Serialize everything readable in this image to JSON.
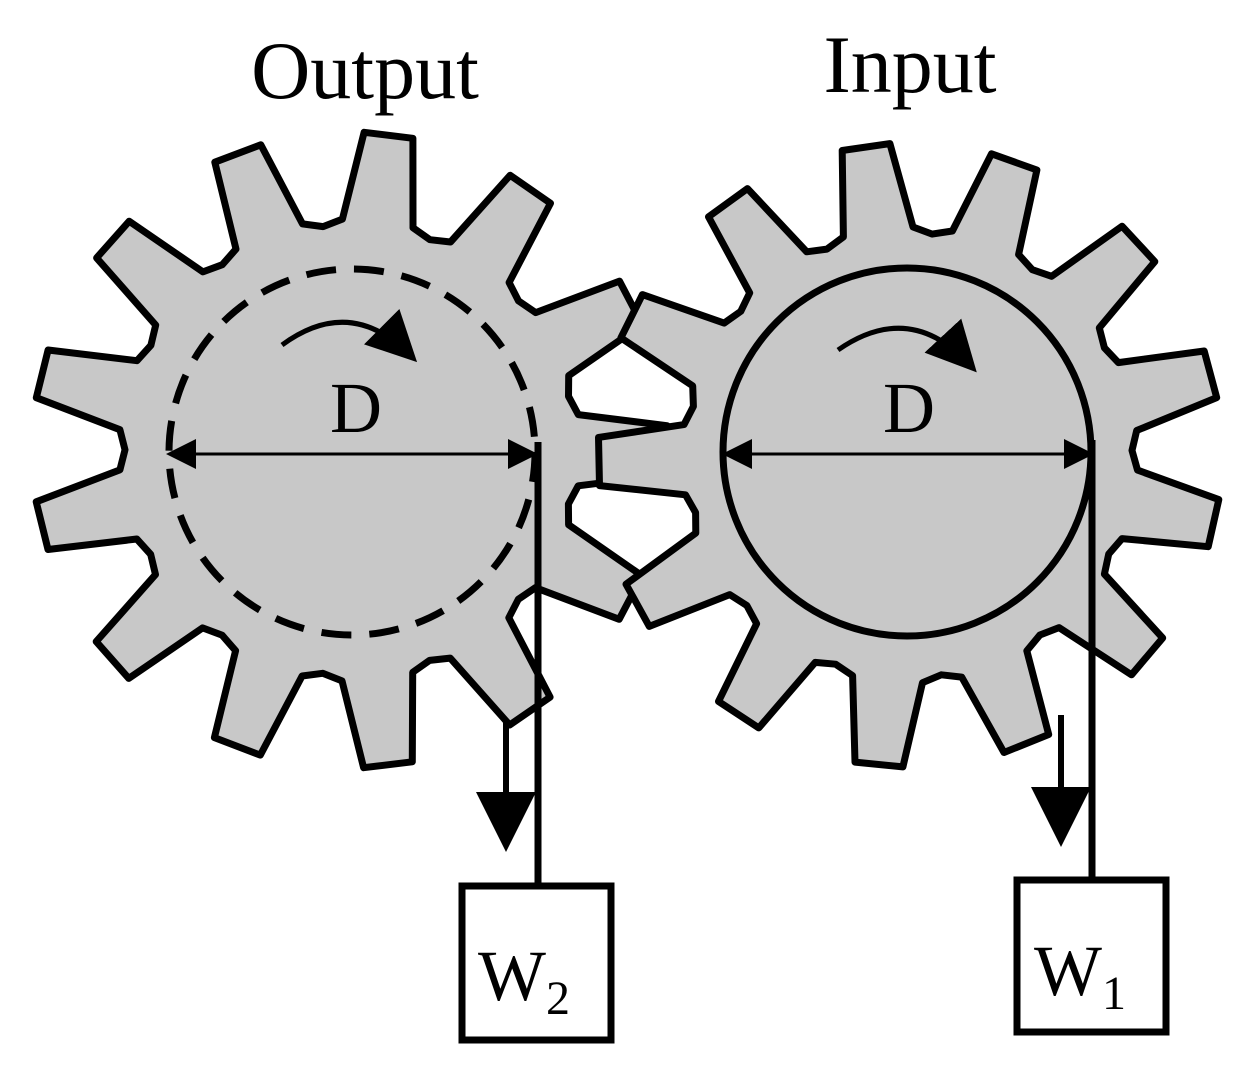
{
  "diagram": {
    "colors": {
      "gear_fill": "#c8c8c8",
      "stroke": "#000000",
      "background": "#ffffff"
    },
    "gears": [
      {
        "id": "output",
        "title": "Output",
        "diameter_label": "D",
        "pitch_circle_style": "dashed",
        "teeth": 13,
        "rotation": "clockwise",
        "weight": {
          "letter": "W",
          "subscript": "2"
        }
      },
      {
        "id": "input",
        "title": "Input",
        "diameter_label": "D",
        "pitch_circle_style": "solid",
        "teeth": 13,
        "rotation": "clockwise",
        "weight": {
          "letter": "W",
          "subscript": "1"
        }
      }
    ]
  }
}
